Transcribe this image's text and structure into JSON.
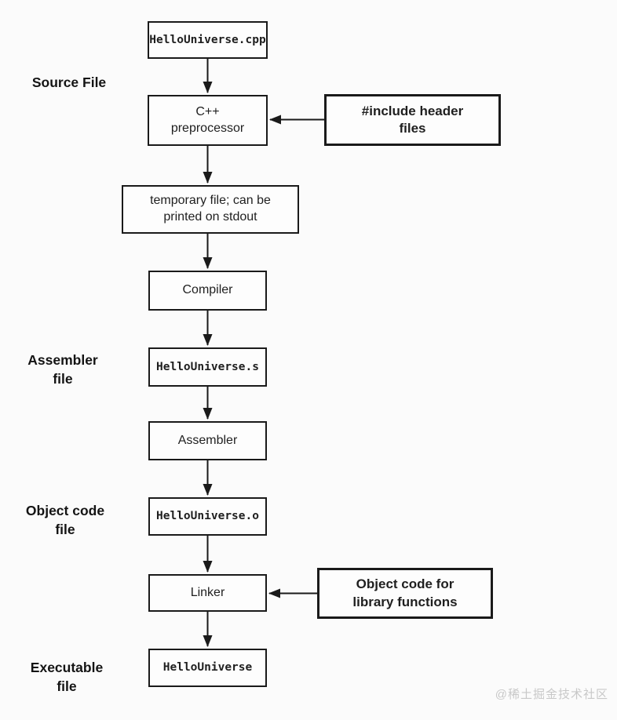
{
  "diagram": {
    "stage_labels": {
      "source": "Source File",
      "assembler": "Assembler\nfile",
      "object_code": "Object code\nfile",
      "executable": "Executable\nfile"
    },
    "nodes": {
      "source_file": "HelloUniverse.cpp",
      "preprocessor": "C++\npreprocessor",
      "include_headers": "#include header\nfiles",
      "temp_file": "temporary file; can be\nprinted on stdout",
      "compiler": "Compiler",
      "assembly_file": "HelloUniverse.s",
      "assembler": "Assembler",
      "object_file": "HelloUniverse.o",
      "linker": "Linker",
      "library_objects": "Object code for\nlibrary functions",
      "executable_file": "HelloUniverse"
    },
    "watermark": "@稀土掘金技术社区",
    "colors": {
      "stroke": "#1a1a1a",
      "text": "#1f1f1f",
      "background": "#fbfbfb",
      "watermark": "#c8c8c8"
    }
  }
}
